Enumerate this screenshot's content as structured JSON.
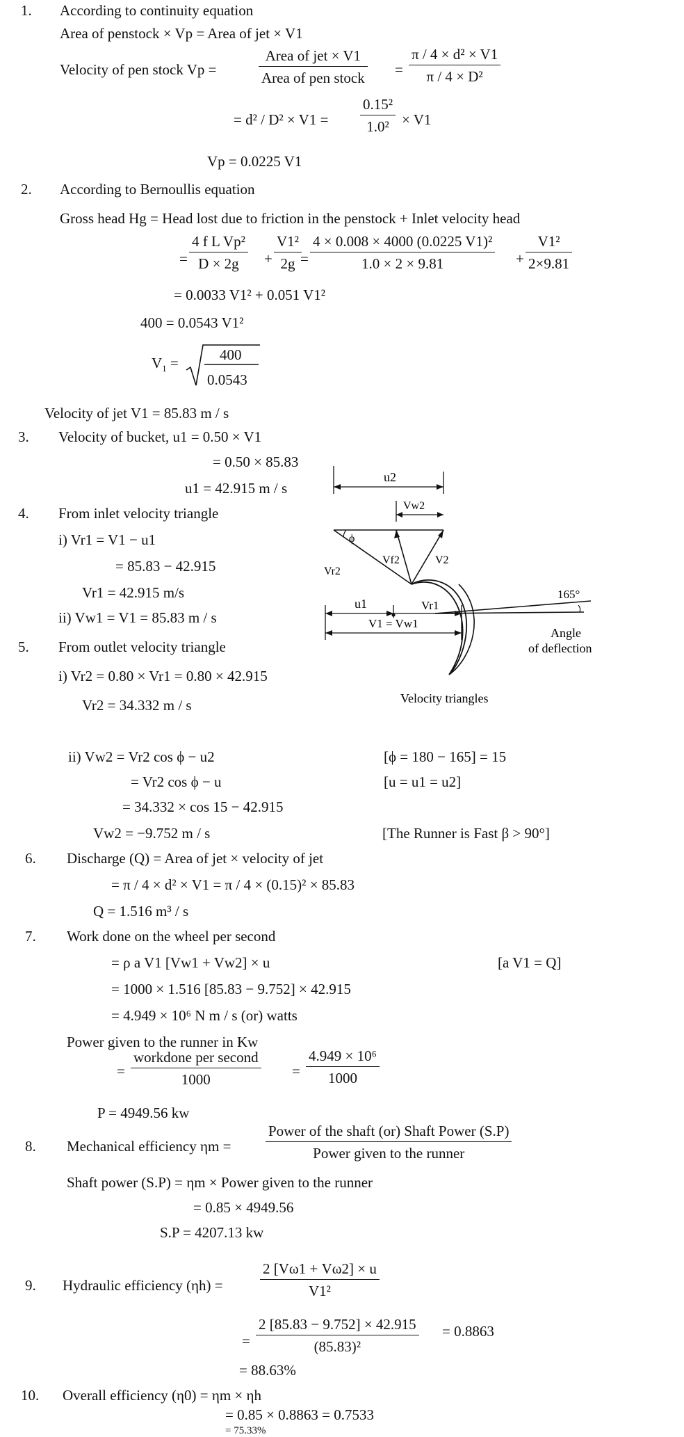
{
  "s1": {
    "num": "1.",
    "title": "According to continuity equation",
    "l1": "Area of penstock × Vp = Area of jet × V1",
    "l2_lhs": "Velocity of pen stock Vp =",
    "f1_n": "Area of jet × V1",
    "f1_d": "Area of pen stock",
    "f2_n": "π / 4 × d² × V1",
    "f2_d": "π / 4 × D²",
    "l3_a": "= d² / D² × V1 =",
    "f3_n": "0.15²",
    "f3_d": "1.0²",
    "l3_b": "× V1",
    "l4": "Vp = 0.0225 V1"
  },
  "s2": {
    "num": "2.",
    "title": "According to Bernoullis equation",
    "l1": "Gross head Hg = Head lost due to friction in the penstock + Inlet velocity head",
    "fa_n": "4 f L Vp²",
    "fa_d": "D × 2g",
    "fb_n": "V1²",
    "fb_d": "2g",
    "fc_n": "4 × 0.008 × 4000 (0.0225 V1)²",
    "fc_d": "1.0 × 2 × 9.81",
    "fd_n": "V1²",
    "fd_d": "2×9.81",
    "l3": "= 0.0033 V1² + 0.051 V1²",
    "l4": "400 = 0.0543 V1²",
    "l5_n": "400",
    "l5_d": "0.0543",
    "l6": "Velocity of jet V1 = 85.83 m / s"
  },
  "s3": {
    "num": "3.",
    "l1": "Velocity of bucket, u1 = 0.50 × V1",
    "l2": "= 0.50 × 85.83",
    "l3": "u1 = 42.915 m / s"
  },
  "s4": {
    "num": "4.",
    "title": "From inlet velocity triangle",
    "l1": "i) Vr1 = V1 − u1",
    "l2": "= 85.83 − 42.915",
    "l3": "Vr1 = 42.915 m/s",
    "l4": "ii) Vw1 = V1 = 85.83 m / s"
  },
  "s5": {
    "num": "5.",
    "title": "From outlet velocity triangle",
    "l1": "i) Vr2 = 0.80 × Vr1 = 0.80 × 42.915",
    "l2": "Vr2 = 34.332 m / s",
    "l3": "ii) Vw2 = Vr2 cos ϕ − u2",
    "l3_note": "[ϕ = 180 − 165] = 15",
    "l4": "= Vr2 cos ϕ − u",
    "l4_note": "[u = u1 = u2]",
    "l5": "= 34.332 × cos 15 − 42.915",
    "l6": "Vw2 = −9.752 m / s",
    "l6_note": "[The Runner is Fast β > 90°]"
  },
  "diagram": {
    "u2": "u2",
    "vw2": "Vw2",
    "phi": "ϕ",
    "vr2": "Vr2",
    "vf2": "Vf2",
    "v2": "V2",
    "u1": "u1",
    "vr1": "Vr1",
    "v1vw1": "V1 = Vw1",
    "angle": "165°",
    "deflection1": "Angle",
    "deflection2": "of deflection",
    "caption": "Velocity triangles"
  },
  "s6": {
    "num": "6.",
    "l1": "Discharge (Q) = Area of jet × velocity of jet",
    "l2": "= π / 4 × d² × V1 = π / 4 × (0.15)² × 85.83",
    "l3": "Q = 1.516 m³ / s"
  },
  "s7": {
    "num": "7.",
    "title": "Work done on the wheel per second",
    "l1": "= ρ a V1 [Vw1 + Vw2] × u",
    "l1_note": "[a V1 = Q]",
    "l2": "= 1000 × 1.516 [85.83 − 9.752] × 42.915",
    "l3": "= 4.949 × 10⁶ N m / s (or) watts",
    "l4": "Power given to the runner in Kw",
    "f1_n": "workdone per second",
    "f1_d": "1000",
    "f2_n": "4.949 × 10⁶",
    "f2_d": "1000",
    "l5": "P = 4949.56 kw"
  },
  "s8": {
    "num": "8.",
    "l1_lhs": "Mechanical efficiency ηm =",
    "f_n": "Power of the shaft (or) Shaft Power (S.P)",
    "f_d": "Power given to the runner",
    "l2": "Shaft power (S.P) = ηm × Power given to the runner",
    "l3": "= 0.85 × 4949.56",
    "l4": "S.P = 4207.13 kw"
  },
  "s9": {
    "num": "9.",
    "l1_lhs": "Hydraulic efficiency (ηh) =",
    "f1_n": "2 [Vω1 + Vω2] × u",
    "f1_d": "V1²",
    "f2_n": "2 [85.83 − 9.752] × 42.915",
    "f2_d": "(85.83)²",
    "l2_res": "= 0.8863",
    "l3": "= 88.63%"
  },
  "s10": {
    "num": "10.",
    "l1": "Overall efficiency (η0) = ηm × ηh",
    "l2": "= 0.85 × 0.8863 = 0.7533",
    "l3": "= 75.33%"
  }
}
